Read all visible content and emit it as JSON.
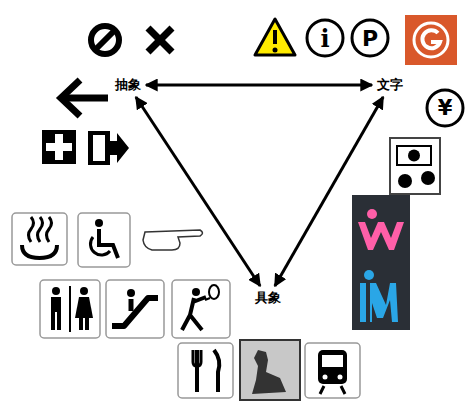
{
  "diagram": {
    "nodes": [
      {
        "text": [
          "抽象"
        ]
      },
      {
        "text": [
          "文字"
        ]
      },
      {
        "text": [
          "具象"
        ]
      }
    ],
    "edges": [
      {
        "from": 0,
        "to": 1,
        "arrow": "both"
      },
      {
        "from": 0,
        "to": 2,
        "arrow": "both"
      },
      {
        "from": 1,
        "to": 2,
        "arrow": "both"
      }
    ],
    "labels": [
      "i",
      "P",
      "¥"
    ]
  }
}
